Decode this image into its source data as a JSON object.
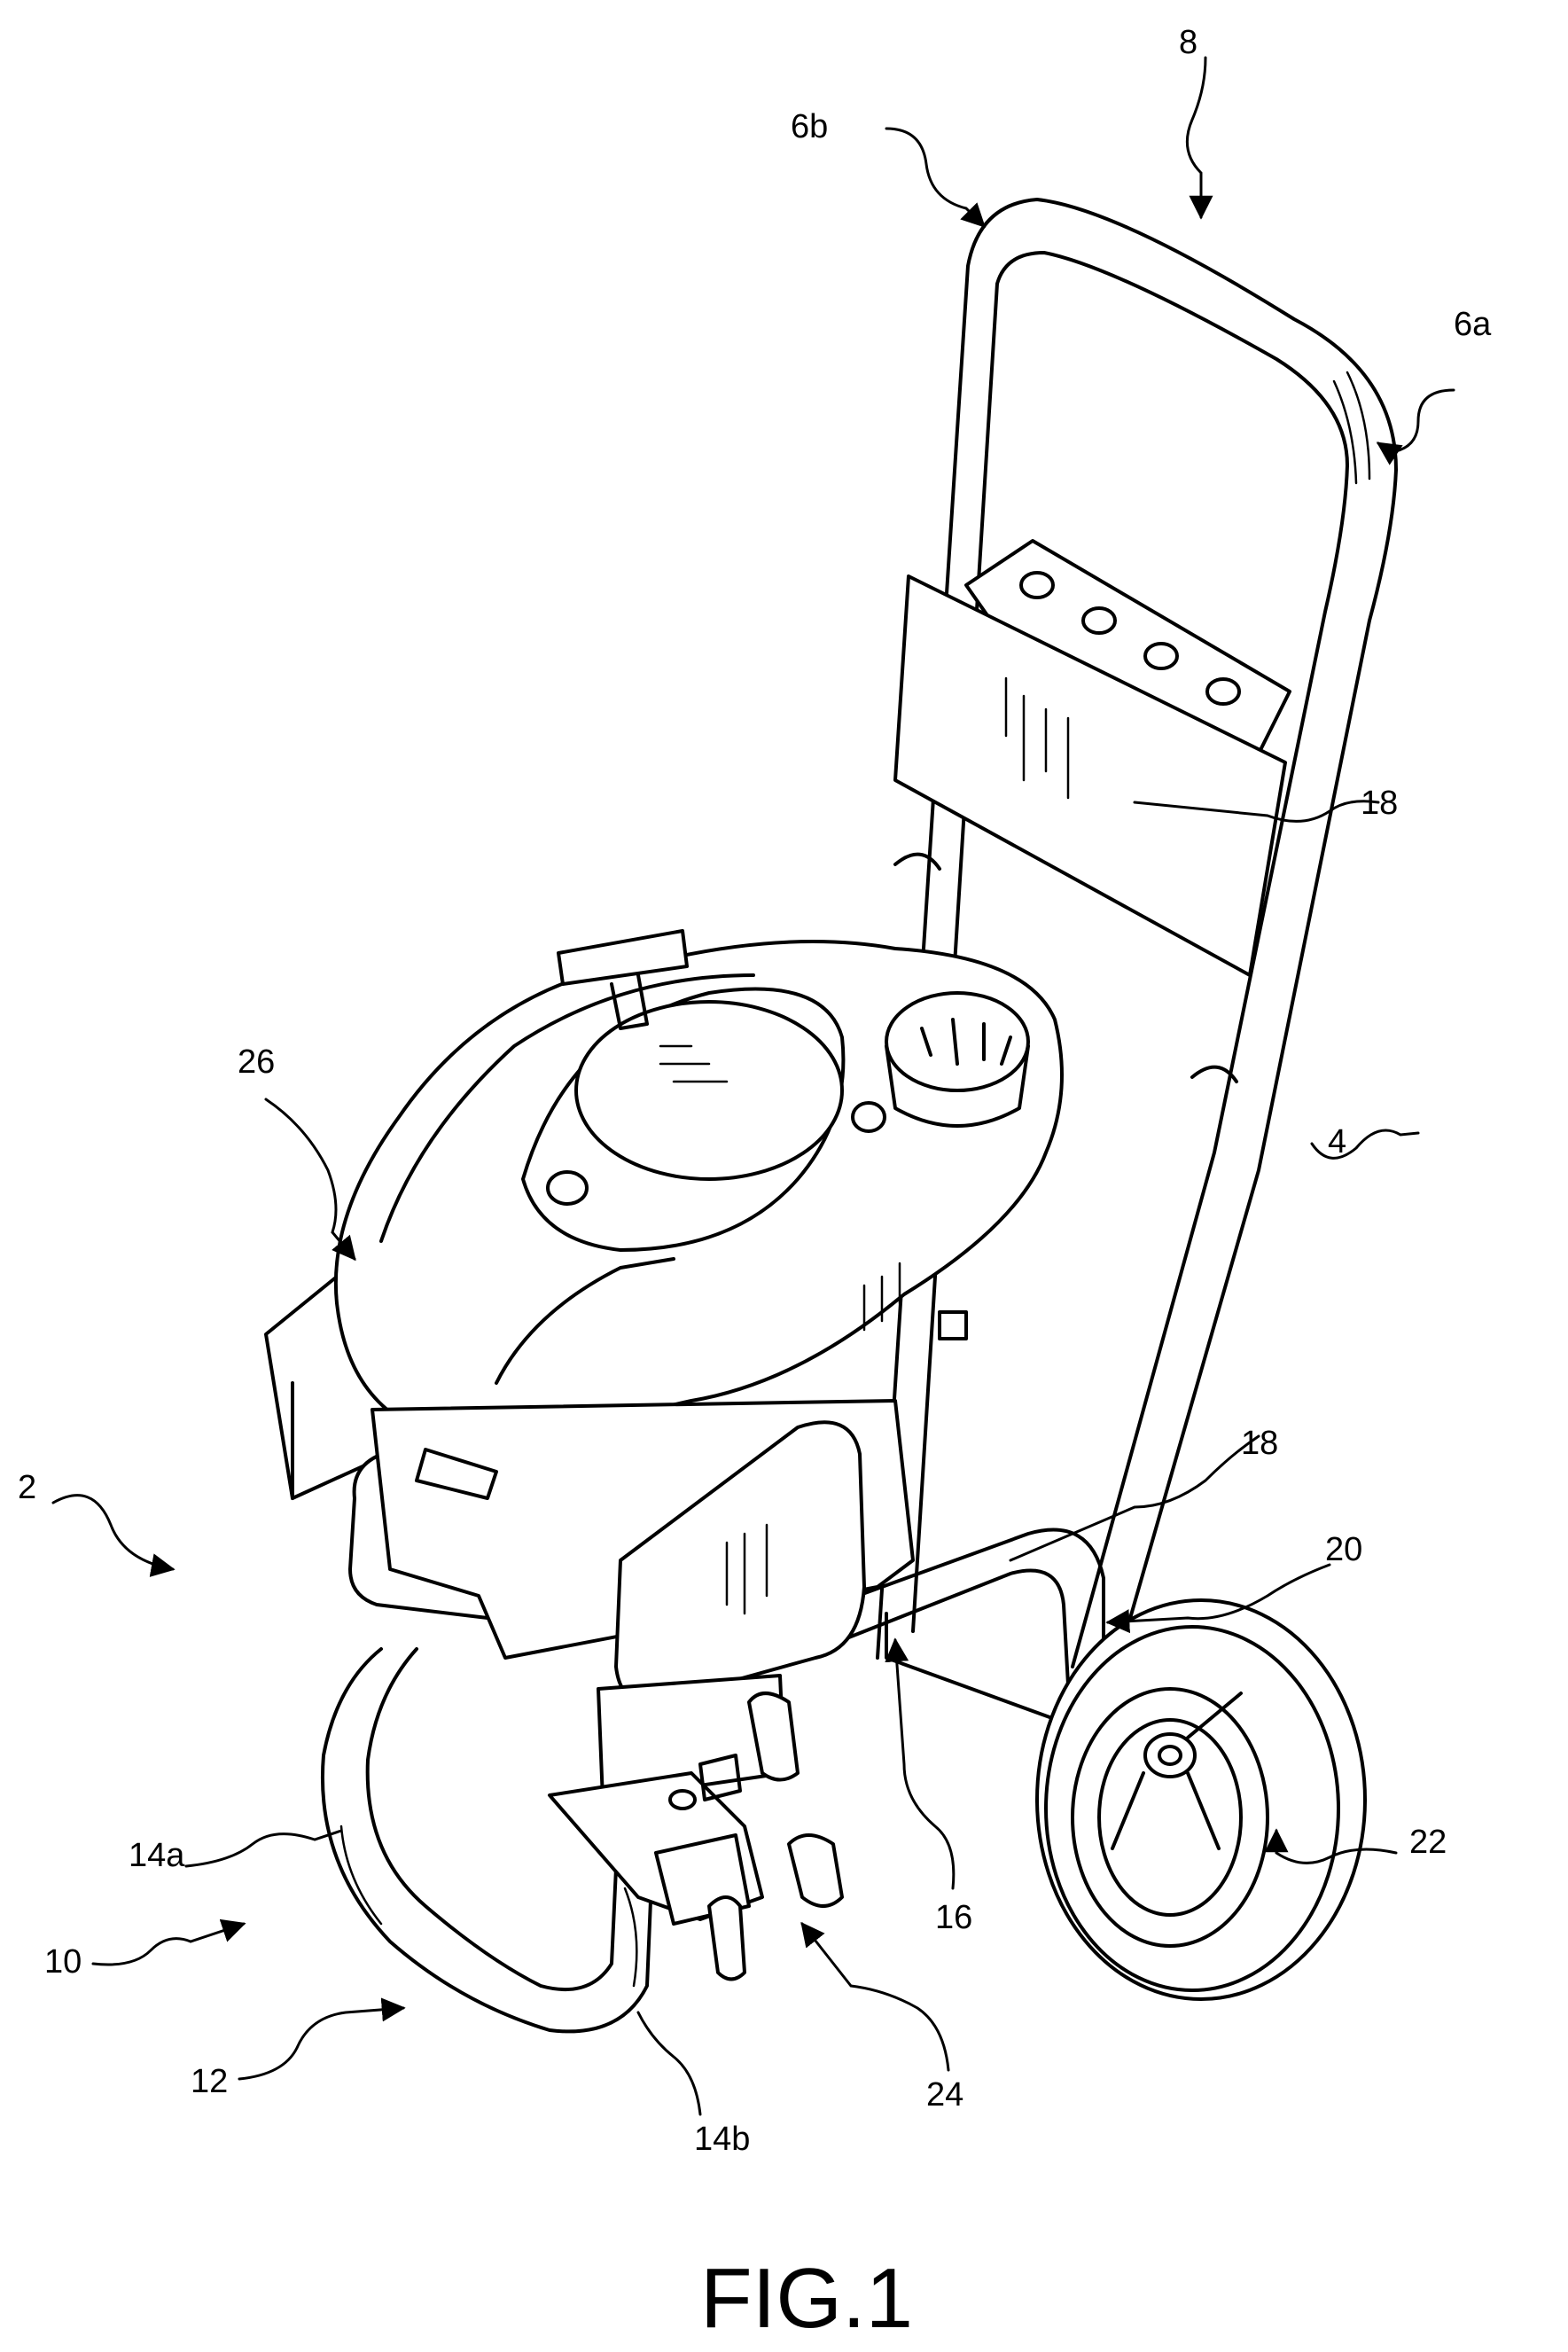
{
  "figure": {
    "caption": "FIG.1",
    "labels": {
      "l2": "2",
      "l4": "4",
      "l6a": "6a",
      "l6b": "6b",
      "l8": "8",
      "l10": "10",
      "l12": "12",
      "l14a": "14a",
      "l14b": "14b",
      "l16": "16",
      "l18_upper": "18",
      "l18_lower": "18",
      "l20": "20",
      "l22": "22",
      "l24": "24",
      "l26": "26"
    }
  }
}
